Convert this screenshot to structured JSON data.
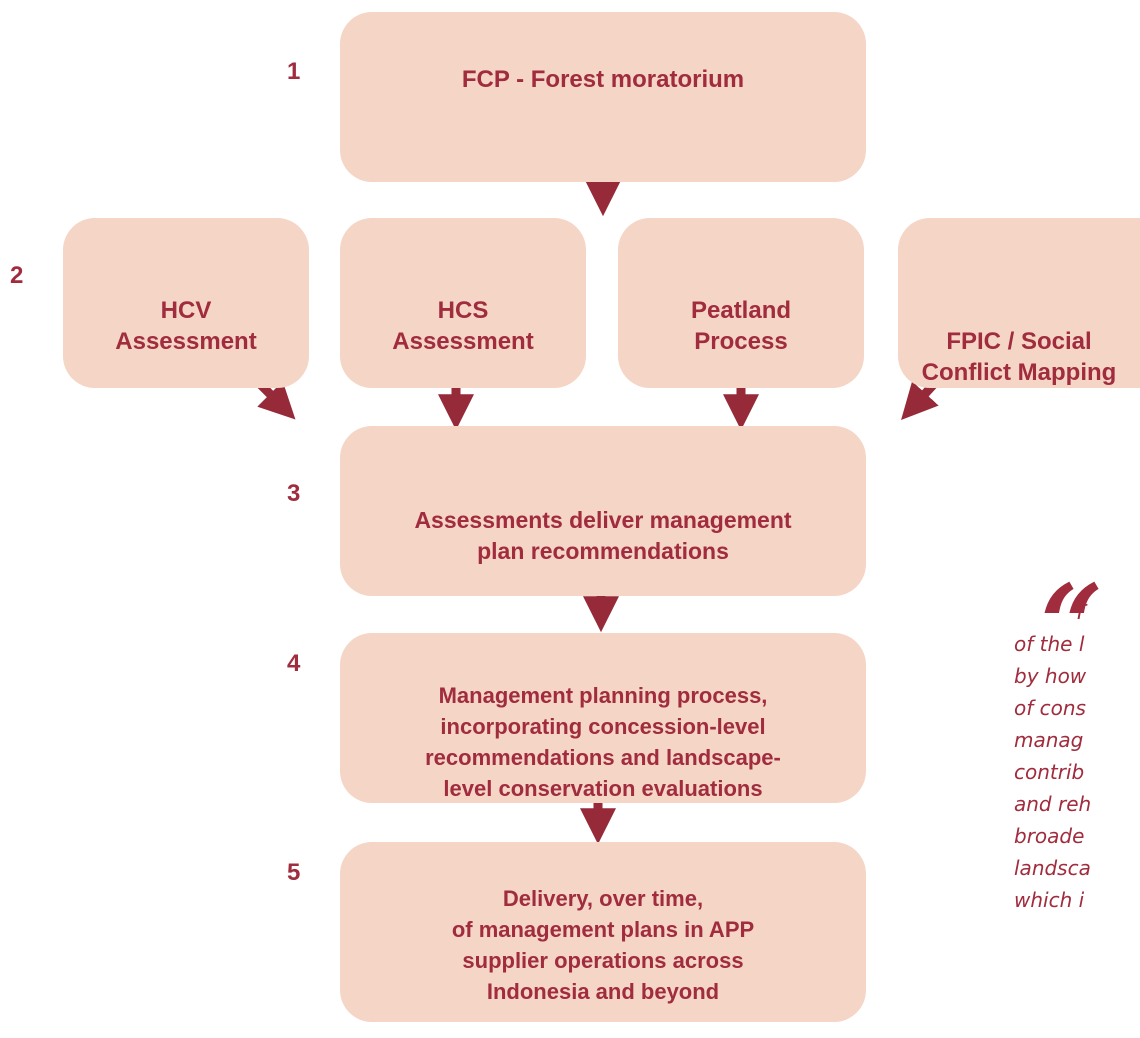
{
  "steps": {
    "s1": {
      "number": "1",
      "label": "FCP - Forest moratorium"
    },
    "s2": {
      "number": "2",
      "boxes": [
        {
          "label": "HCV\nAssessment"
        },
        {
          "label": "HCS\nAssessment"
        },
        {
          "label": "Peatland\nProcess"
        },
        {
          "label": "FPIC / Social\nConflict Mapping"
        }
      ]
    },
    "s3": {
      "number": "3",
      "label": "Assessments deliver management\nplan recommendations"
    },
    "s4": {
      "number": "4",
      "label": "Management planning process,\nincorporating concession-level\nrecommendations and landscape-\nlevel conservation evaluations"
    },
    "s5": {
      "number": "5",
      "label": "Delivery, over time,\nof management plans in APP\nsupplier operations across\nIndonesia and beyond"
    }
  },
  "quote": {
    "mark": "“",
    "lines": [
      "T",
      "of the l",
      "by how",
      "of cons",
      "manag",
      "contrib",
      "and reh",
      "broade",
      "landsca",
      "which i"
    ]
  },
  "colors": {
    "box_fill": "#f4d5c6",
    "accent": "#a02c3d",
    "arrow": "#962a38"
  }
}
